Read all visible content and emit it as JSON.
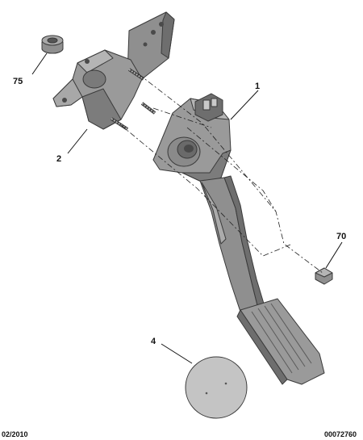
{
  "callouts": {
    "pedal_assembly": "1",
    "bracket": "2",
    "pedal_pad_disc": "4",
    "nut": "70",
    "grommet": "75"
  },
  "footer": {
    "date": "02/2010",
    "reference": "00072760"
  },
  "colors": {
    "part_fill": "#8f8f8f",
    "part_light": "#b5b5b5",
    "part_dark": "#6e6e6e",
    "disc_fill": "#c4c4c4",
    "line": "#111111"
  }
}
